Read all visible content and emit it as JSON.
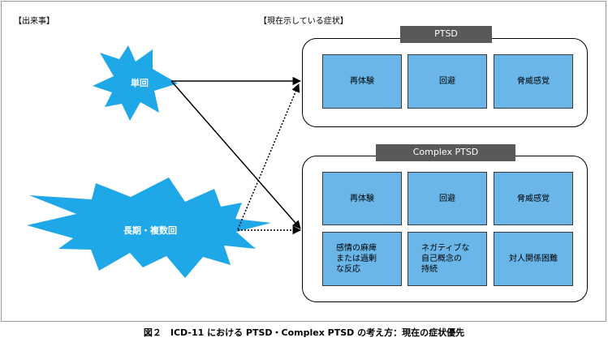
{
  "events_heading": "【出来事】",
  "symptoms_heading": "【現在示している症状】",
  "events": {
    "single": "単回",
    "long_term": "長期・複数回"
  },
  "ptsd": {
    "title": "PTSD",
    "cells": [
      "再体験",
      "回避",
      "脅威感覚"
    ]
  },
  "complex_ptsd": {
    "title": "Complex PTSD",
    "cells": [
      "再体験",
      "回避",
      "脅威感覚",
      "感情の麻痺\nまたは過剰\nな反応",
      "ネガティブな\n自己概念の\n持続",
      "対人関係困難"
    ]
  },
  "colors": {
    "burst": "#1fa8e8",
    "cell": "#6ab6e8",
    "title_bar": "#595959"
  },
  "caption": "図２　ICD-11 における PTSD・Complex PTSD の考え方：現在の症状優先"
}
